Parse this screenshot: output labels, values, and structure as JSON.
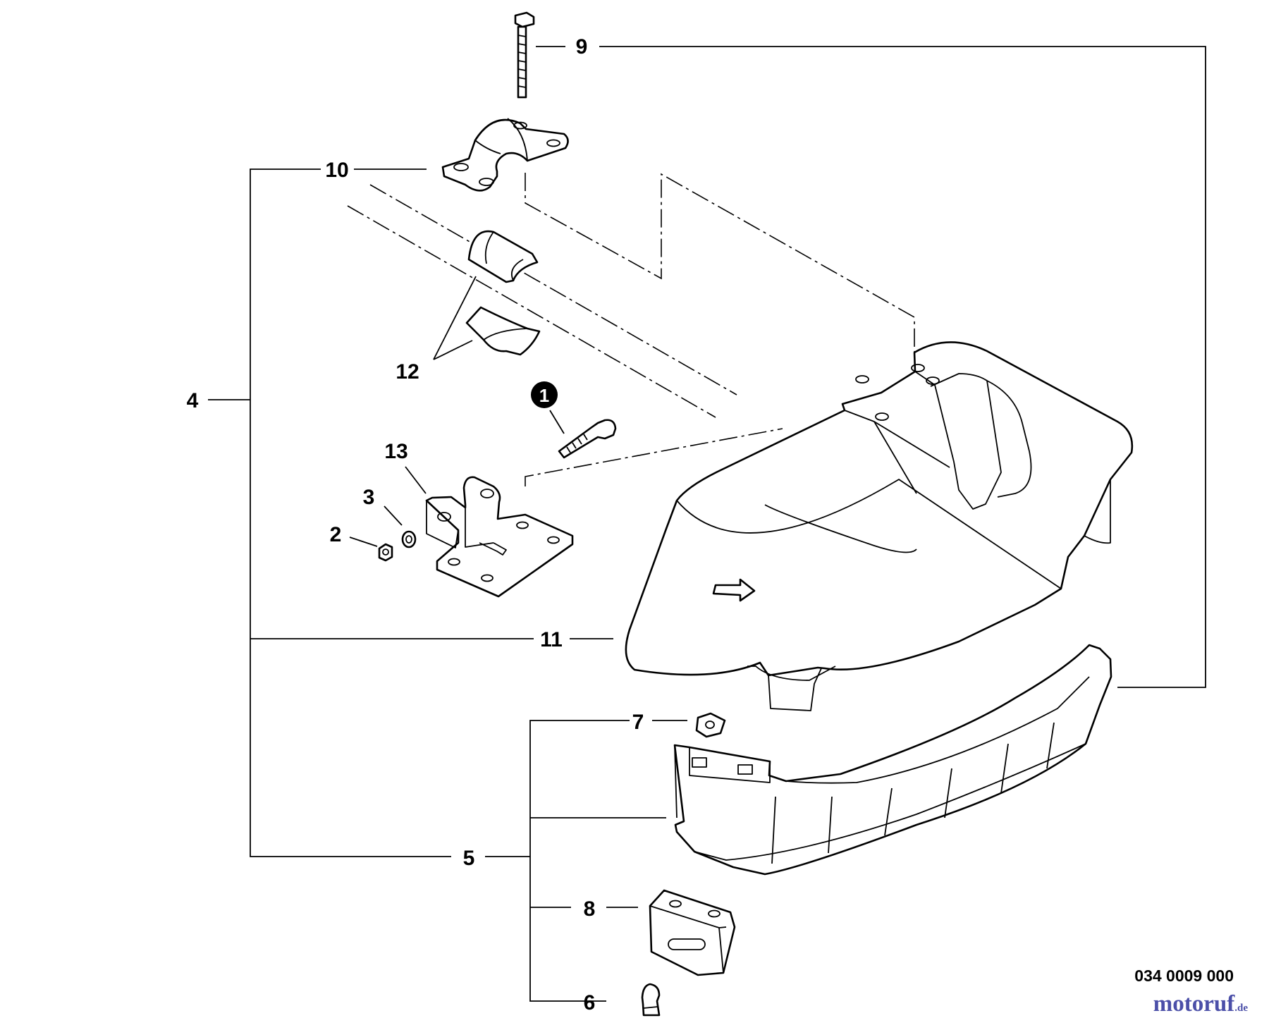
{
  "callouts": {
    "c1": "1",
    "c2": "2",
    "c3": "3",
    "c4": "4",
    "c5": "5",
    "c6": "6",
    "c7": "7",
    "c8": "8",
    "c9": "9",
    "c10": "10",
    "c11": "11",
    "c12": "12",
    "c13": "13"
  },
  "drawing_number": "034 0009 000",
  "watermark": {
    "brand": "motoruf",
    "domain": ".de"
  },
  "colors": {
    "line": "#000000",
    "background": "#ffffff",
    "watermark": "#4b4fa8"
  }
}
